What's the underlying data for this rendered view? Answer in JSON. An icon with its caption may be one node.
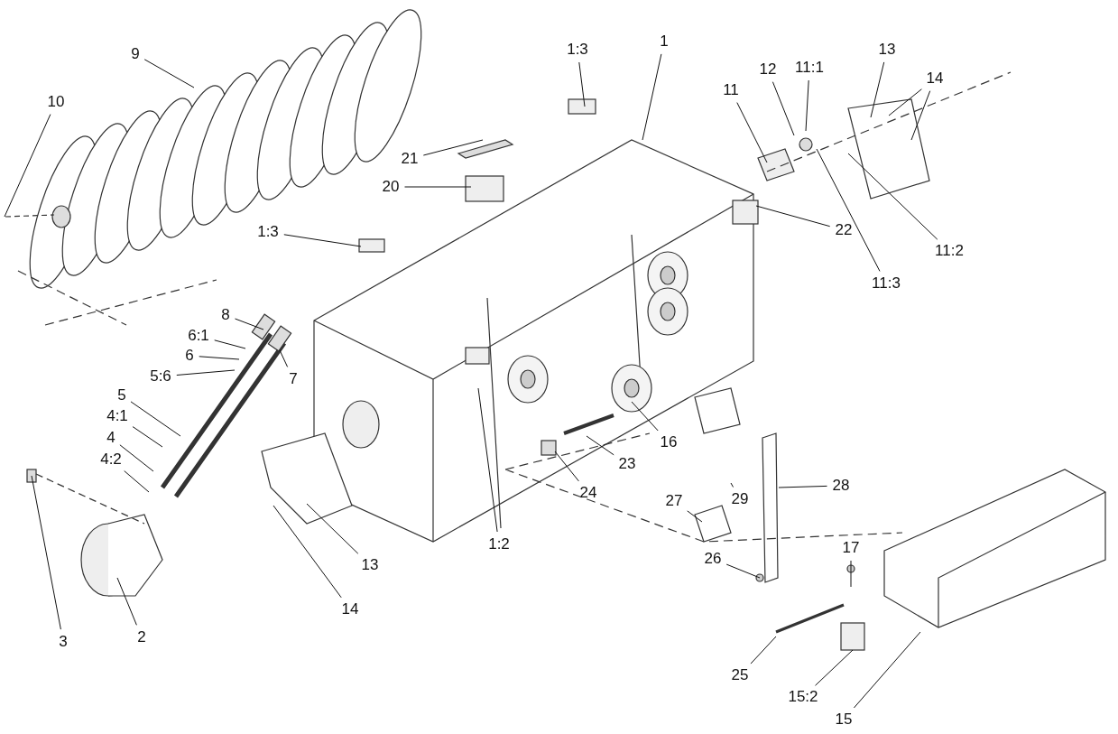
{
  "diagram": {
    "nodes": [
      {
        "text": [
          "9"
        ]
      },
      {
        "text": [
          "10"
        ]
      },
      {
        "text": [
          "1:3"
        ]
      },
      {
        "text": [
          "1"
        ]
      },
      {
        "text": [
          "12"
        ]
      },
      {
        "text": [
          "11:1"
        ]
      },
      {
        "text": [
          "13"
        ]
      },
      {
        "text": [
          "14"
        ]
      },
      {
        "text": [
          "11"
        ]
      },
      {
        "text": [
          "21"
        ]
      },
      {
        "text": [
          "20"
        ]
      },
      {
        "text": [
          "22"
        ]
      },
      {
        "text": [
          "11:2"
        ]
      },
      {
        "text": [
          "11:3"
        ]
      },
      {
        "text": [
          "1:3"
        ]
      },
      {
        "text": [
          "8"
        ]
      },
      {
        "text": [
          "6:1"
        ]
      },
      {
        "text": [
          "6"
        ]
      },
      {
        "text": [
          "7"
        ]
      },
      {
        "text": [
          "5:6"
        ]
      },
      {
        "text": [
          "5"
        ]
      },
      {
        "text": [
          "4:1"
        ]
      },
      {
        "text": [
          "4"
        ]
      },
      {
        "text": [
          "4:2"
        ]
      },
      {
        "text": [
          "3"
        ]
      },
      {
        "text": [
          "2"
        ]
      },
      {
        "text": [
          "14"
        ]
      },
      {
        "text": [
          "13"
        ]
      },
      {
        "text": [
          "1:2"
        ]
      },
      {
        "text": [
          "24"
        ]
      },
      {
        "text": [
          "23"
        ]
      },
      {
        "text": [
          "16"
        ]
      },
      {
        "text": [
          "28"
        ]
      },
      {
        "text": [
          "29"
        ]
      },
      {
        "text": [
          "27"
        ]
      },
      {
        "text": [
          "26"
        ]
      },
      {
        "text": [
          "17"
        ]
      },
      {
        "text": [
          "25"
        ]
      },
      {
        "text": [
          "15:2"
        ]
      },
      {
        "text": [
          "15"
        ]
      }
    ],
    "edges": [
      {
        "from": 0,
        "to": null,
        "arrow": "none"
      },
      {
        "from": 1,
        "to": null,
        "arrow": "none"
      },
      {
        "from": 2,
        "to": null,
        "arrow": "none"
      },
      {
        "from": 3,
        "to": null,
        "arrow": "none"
      },
      {
        "from": 4,
        "to": null,
        "arrow": "none"
      },
      {
        "from": 5,
        "to": null,
        "arrow": "none"
      },
      {
        "from": 6,
        "to": null,
        "arrow": "none"
      },
      {
        "from": 7,
        "to": null,
        "arrow": "none"
      },
      {
        "from": 7,
        "to": null,
        "arrow": "none"
      },
      {
        "from": 8,
        "to": null,
        "arrow": "none"
      },
      {
        "from": 9,
        "to": null,
        "arrow": "none"
      },
      {
        "from": 10,
        "to": null,
        "arrow": "none"
      },
      {
        "from": 11,
        "to": null,
        "arrow": "none"
      },
      {
        "from": 12,
        "to": null,
        "arrow": "none"
      },
      {
        "from": 13,
        "to": null,
        "arrow": "none"
      },
      {
        "from": 14,
        "to": null,
        "arrow": "none"
      },
      {
        "from": 15,
        "to": null,
        "arrow": "none"
      },
      {
        "from": 16,
        "to": null,
        "arrow": "none"
      },
      {
        "from": 17,
        "to": null,
        "arrow": "none"
      },
      {
        "from": 18,
        "to": null,
        "arrow": "none"
      },
      {
        "from": 19,
        "to": null,
        "arrow": "none"
      },
      {
        "from": 20,
        "to": null,
        "arrow": "none"
      },
      {
        "from": 21,
        "to": null,
        "arrow": "none"
      },
      {
        "from": 22,
        "to": null,
        "arrow": "none"
      },
      {
        "from": 23,
        "to": null,
        "arrow": "none"
      },
      {
        "from": 24,
        "to": null,
        "arrow": "none"
      },
      {
        "from": 25,
        "to": null,
        "arrow": "none"
      },
      {
        "from": 26,
        "to": null,
        "arrow": "none"
      },
      {
        "from": 27,
        "to": null,
        "arrow": "none"
      },
      {
        "from": 28,
        "to": null,
        "arrow": "none"
      },
      {
        "from": 29,
        "to": null,
        "arrow": "none"
      },
      {
        "from": 30,
        "to": null,
        "arrow": "none"
      },
      {
        "from": 31,
        "to": null,
        "arrow": "none"
      },
      {
        "from": 32,
        "to": null,
        "arrow": "none"
      },
      {
        "from": 33,
        "to": null,
        "arrow": "none"
      },
      {
        "from": 34,
        "to": null,
        "arrow": "none"
      },
      {
        "from": 35,
        "to": null,
        "arrow": "none"
      },
      {
        "from": 36,
        "to": null,
        "arrow": "none"
      },
      {
        "from": 37,
        "to": null,
        "arrow": "none"
      },
      {
        "from": 38,
        "to": null,
        "arrow": "none"
      },
      {
        "from": 39,
        "to": null,
        "arrow": "none"
      }
    ]
  }
}
